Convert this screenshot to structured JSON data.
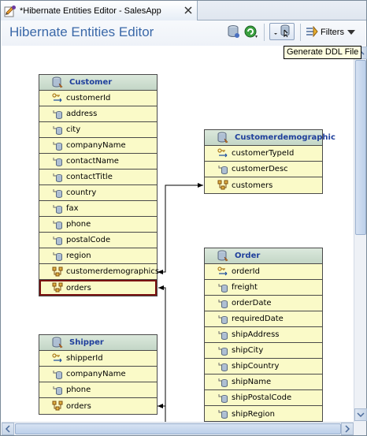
{
  "tab": {
    "title": "*Hibernate Entities Editor - SalesApp",
    "close": "×"
  },
  "header": {
    "title": "Hibernate Entities Editor",
    "filters_label": "Filters"
  },
  "tooltip": "Generate DDL File",
  "colors": {
    "title_blue": "#3a68a8",
    "entity_fill": "#fafac8",
    "entity_head": "#c3d6c6",
    "entity_name": "#1f3f9c",
    "selected_border": "#7a1010"
  },
  "entities": {
    "customer": {
      "name": "Customer",
      "props": [
        {
          "label": "customerId",
          "kind": "key"
        },
        {
          "label": "address",
          "kind": "field"
        },
        {
          "label": "city",
          "kind": "field"
        },
        {
          "label": "companyName",
          "kind": "field"
        },
        {
          "label": "contactName",
          "kind": "field"
        },
        {
          "label": "contactTitle",
          "kind": "field"
        },
        {
          "label": "country",
          "kind": "field"
        },
        {
          "label": "fax",
          "kind": "field"
        },
        {
          "label": "phone",
          "kind": "field"
        },
        {
          "label": "postalCode",
          "kind": "field"
        },
        {
          "label": "region",
          "kind": "field"
        },
        {
          "label": "customerdemographics",
          "kind": "relation"
        },
        {
          "label": "orders",
          "kind": "relation",
          "selected": true
        }
      ]
    },
    "customerdemographic": {
      "name": "Customerdemographic",
      "props": [
        {
          "label": "customerTypeId",
          "kind": "key"
        },
        {
          "label": "customerDesc",
          "kind": "field"
        },
        {
          "label": "customers",
          "kind": "relation"
        }
      ]
    },
    "order": {
      "name": "Order",
      "props": [
        {
          "label": "orderId",
          "kind": "key"
        },
        {
          "label": "freight",
          "kind": "field"
        },
        {
          "label": "orderDate",
          "kind": "field"
        },
        {
          "label": "requiredDate",
          "kind": "field"
        },
        {
          "label": "shipAddress",
          "kind": "field"
        },
        {
          "label": "shipCity",
          "kind": "field"
        },
        {
          "label": "shipCountry",
          "kind": "field"
        },
        {
          "label": "shipName",
          "kind": "field"
        },
        {
          "label": "shipPostalCode",
          "kind": "field"
        },
        {
          "label": "shipRegion",
          "kind": "field"
        }
      ]
    },
    "shipper": {
      "name": "Shipper",
      "props": [
        {
          "label": "shipperId",
          "kind": "key"
        },
        {
          "label": "companyName",
          "kind": "field"
        },
        {
          "label": "phone",
          "kind": "field"
        },
        {
          "label": "orders",
          "kind": "relation"
        }
      ]
    }
  },
  "icons": {
    "tab": "editor-icon",
    "toolbar": [
      "database-icon",
      "refresh-icon",
      "generate-ddl-icon",
      "filter-icon"
    ],
    "entity": "entity-icon",
    "key": "key-icon",
    "field": "field-icon",
    "relation": "relation-icon"
  }
}
